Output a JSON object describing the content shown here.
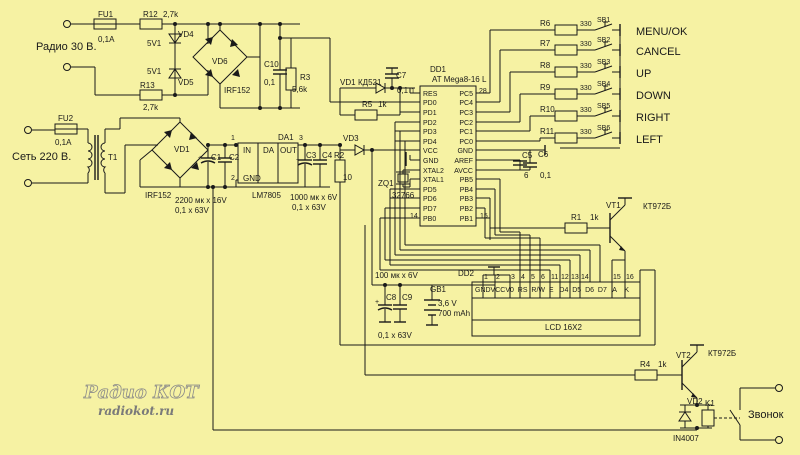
{
  "inputs": {
    "radio_label": "Радио 30 В.",
    "mains_label": "Сеть 220 В."
  },
  "fuses": {
    "fu1_name": "FU1",
    "fu1_value": "0,1A",
    "fu2_name": "FU2",
    "fu2_value": "0,1A"
  },
  "resistors": {
    "r12_name": "R12",
    "r12_value": "2,7k",
    "r13_name": "R13",
    "r13_value": "2,7k",
    "r3_name": "R3",
    "r3_value": "5,6k",
    "r5_name": "R5",
    "r5_value": "1k",
    "r2_name": "R2",
    "r2_value": "10",
    "r1_name": "R1",
    "r1_value": "1k",
    "r4_name": "R4",
    "r4_value": "1k",
    "r6_name": "R6",
    "r7_name": "R7",
    "r8_name": "R8",
    "r9_name": "R9",
    "r10_name": "R10",
    "r11_name": "R11",
    "pullup_value": "330"
  },
  "zeners": {
    "vd4_name": "VD4",
    "vd5_name": "VD5",
    "vd4_type": "5V1",
    "vd5_type": "5V1"
  },
  "bridges": {
    "vd6_name": "VD6",
    "vd6_type": "IRF152",
    "vd1_name": "VD1",
    "vd1_type": "IRF152"
  },
  "capacitors": {
    "c10_name": "C10",
    "c10_value": "0,1",
    "c7_name": "C7",
    "c7_value": "0,1",
    "c1_name": "C1",
    "c2_name": "C2",
    "c12_value": "2200 мк х 16V",
    "c12_value2": "0,1 х 63V",
    "c3_name": "C3",
    "c4_name": "C4",
    "c34_value": "1000 мк х 6V",
    "c34_value2": "0,1 х 63V",
    "c5_name": "C5",
    "c6_name": "C6",
    "c5_value": "6",
    "c6_value": "0,1",
    "c8_name": "C8",
    "c9_name": "C9",
    "c89_value": "100 мк х 6V",
    "c89_value2": "0,1 х 63V"
  },
  "transformer": {
    "name": "T1"
  },
  "regulator": {
    "name": "DA1",
    "type": "LM7805",
    "in": "IN",
    "da": "DA",
    "out": "OUT",
    "gnd": "GND",
    "pin1": "1",
    "pin2": "2",
    "pin3": "3"
  },
  "diodes": {
    "vd1b_name": "VD1",
    "vd1b_type": "КД521",
    "vd3_name": "VD3",
    "vd2_name": "VD2",
    "vd2_type": "IN4007"
  },
  "mcu": {
    "name": "DD1",
    "type": "AT Mega8-16 L",
    "left_pins": [
      "RES",
      "PD0",
      "PD1",
      "PD2",
      "PD3",
      "PD4",
      "VCC",
      "GND",
      "XTAL2",
      "XTAL1",
      "PD5",
      "PD6",
      "PD7",
      "PB0"
    ],
    "right_pins": [
      "PC5",
      "PC4",
      "PC3",
      "PC2",
      "PC1",
      "PC0",
      "GND",
      "AREF",
      "AVCC",
      "PB5",
      "PB4",
      "PB3",
      "PB2",
      "PB1"
    ],
    "pin1": "1",
    "pin28": "28",
    "pin14": "14",
    "pin15": "15"
  },
  "crystal": {
    "name": "ZQ1",
    "value": "32766"
  },
  "buttons": [
    {
      "name": "SB1",
      "label": "MENU/OK"
    },
    {
      "name": "SB2",
      "label": "CANCEL"
    },
    {
      "name": "SB3",
      "label": "UP"
    },
    {
      "name": "SB4",
      "label": "DOWN"
    },
    {
      "name": "SB5",
      "label": "RIGHT"
    },
    {
      "name": "SB6",
      "label": "LEFT"
    }
  ],
  "lcd": {
    "name": "DD2",
    "type": "LCD 16X2",
    "pin_numbers": [
      "1",
      "2",
      "3",
      "4",
      "5",
      "6",
      "11",
      "12",
      "13",
      "14",
      "15",
      "16"
    ],
    "pin_names": "GNDVCCV0  RS  R/W  E   D4  D5  D6  D7   A    K"
  },
  "transistors": {
    "vt1_name": "VT1",
    "vt1_type": "КТ972Б",
    "vt2_name": "VT2",
    "vt2_type": "КТ972Б"
  },
  "battery": {
    "name": "GB1",
    "voltage": "3,6 V",
    "capacity": "700 mAh"
  },
  "relay": {
    "name": "K1",
    "load_label": "Звонок"
  },
  "watermark": {
    "line1": "Радио КОТ",
    "line2": "radiokot.ru"
  }
}
